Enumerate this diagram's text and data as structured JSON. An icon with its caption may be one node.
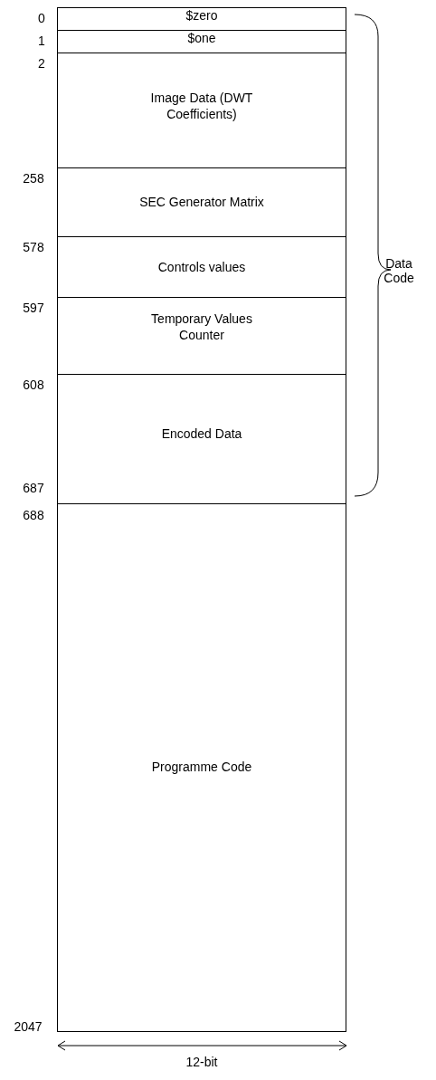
{
  "diagram": {
    "nodes": [
      {
        "text": [
          "$zero"
        ]
      },
      {
        "text": [
          "$one"
        ]
      },
      {
        "text": [
          "Image Data (DWT Coefficients)"
        ]
      },
      {
        "text": [
          "SEC Generator Matrix"
        ]
      },
      {
        "text": [
          "Controls values"
        ]
      },
      {
        "text": [
          "Temporary Values Counter"
        ]
      },
      {
        "text": [
          "Encoded Data"
        ]
      },
      {
        "text": [
          "Programme Code"
        ]
      }
    ],
    "labels": [
      "0",
      "1",
      "2",
      "258",
      "578",
      "Data Code",
      "597",
      "608",
      "687",
      "688",
      "2047",
      "12-bit"
    ]
  }
}
